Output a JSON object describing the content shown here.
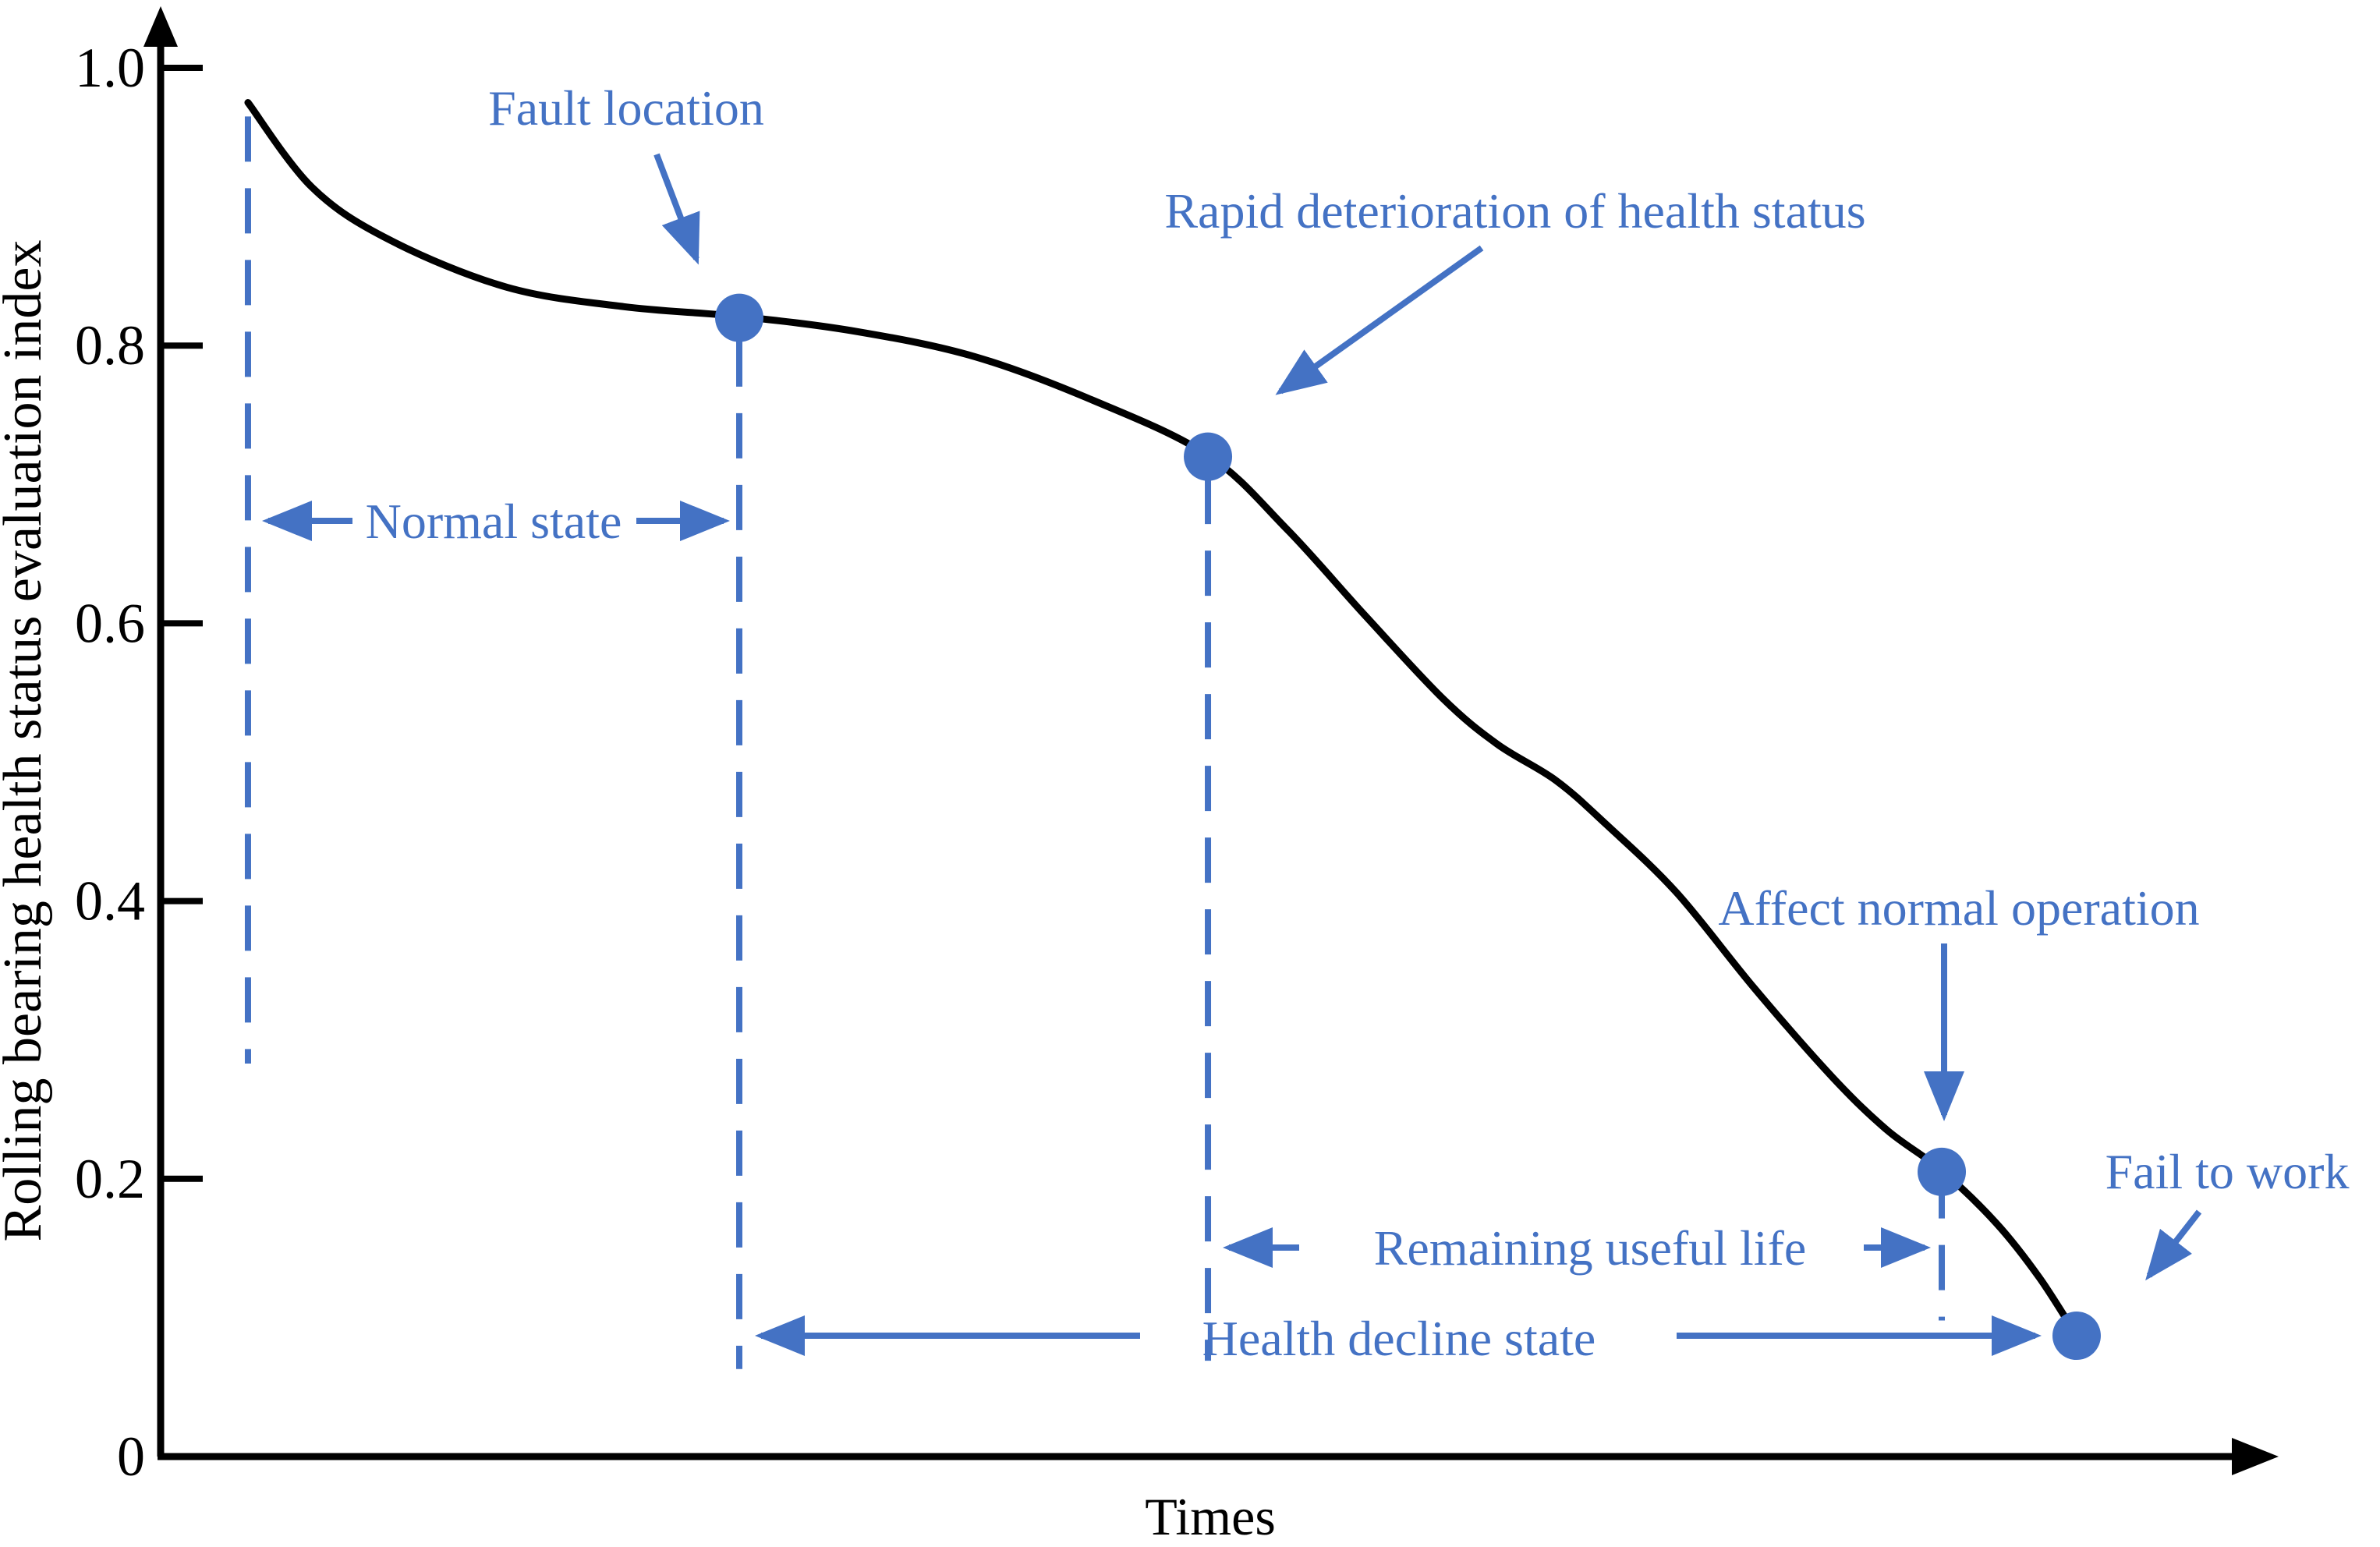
{
  "figure": {
    "background": "#ffffff",
    "accent_color": "#4472C4",
    "curve_color": "#000000"
  },
  "axes": {
    "x_label": "Times",
    "y_label": "Rolling bearing health status evaluation index",
    "y_ticks": [
      {
        "label": "1.0",
        "value": 1.0
      },
      {
        "label": "0.8",
        "value": 0.8
      },
      {
        "label": "0.6",
        "value": 0.6
      },
      {
        "label": "0.4",
        "value": 0.4
      },
      {
        "label": "0.2",
        "value": 0.2
      },
      {
        "label": "0",
        "value": 0.0
      }
    ]
  },
  "annotations": {
    "fault_location": "Fault location",
    "rapid_deterioration": "Rapid deterioration of health status",
    "normal_state": "Normal state",
    "affect_normal_operation": "Affect normal operation",
    "remaining_useful_life": "Remaining useful life",
    "health_decline_state": "Health decline state",
    "fail_to_work": "Fail to work"
  },
  "chart_data": {
    "type": "line",
    "title": "",
    "xlabel": "Times",
    "ylabel": "Rolling bearing health status evaluation index",
    "ylim": [
      0,
      1.0
    ],
    "xlim": [
      0,
      1.0
    ],
    "grid": false,
    "legend": "none",
    "x_axis_has_numeric_ticks": false,
    "curve": [
      [
        0.0413,
        0.975
      ],
      [
        0.0716,
        0.914
      ],
      [
        0.1084,
        0.876
      ],
      [
        0.1638,
        0.842
      ],
      [
        0.2191,
        0.828
      ],
      [
        0.2737,
        0.821
      ],
      [
        0.3298,
        0.81
      ],
      [
        0.3851,
        0.792
      ],
      [
        0.4404,
        0.761
      ],
      [
        0.4954,
        0.721
      ],
      [
        0.5326,
        0.668
      ],
      [
        0.5695,
        0.606
      ],
      [
        0.6064,
        0.546
      ],
      [
        0.6322,
        0.513
      ],
      [
        0.6599,
        0.487
      ],
      [
        0.6839,
        0.455
      ],
      [
        0.7171,
        0.406
      ],
      [
        0.754,
        0.337
      ],
      [
        0.7909,
        0.273
      ],
      [
        0.8167,
        0.235
      ],
      [
        0.8425,
        0.206
      ],
      [
        0.8683,
        0.168
      ],
      [
        0.8886,
        0.129
      ],
      [
        0.9063,
        0.087
      ]
    ],
    "key_points": [
      {
        "name": "fault-location",
        "x": 0.2737,
        "value": 0.82
      },
      {
        "name": "rapid-deterioration-of-health-status",
        "x": 0.4954,
        "value": 0.72
      },
      {
        "name": "affect-normal-operation",
        "x": 0.8425,
        "value": 0.205
      },
      {
        "name": "fail-to-work",
        "x": 0.9063,
        "value": 0.087
      }
    ],
    "dashed_guides": [
      {
        "name": "start-of-life-guide",
        "x": 0.0413,
        "v_top": 0.965,
        "v_bottom": 0.283
      },
      {
        "name": "fault-location-guide",
        "x": 0.2737,
        "v_top": 0.803,
        "v_bottom": 0.063
      },
      {
        "name": "rapid-deterioration-guide",
        "x": 0.4954,
        "v_top": 0.704,
        "v_bottom": 0.069
      },
      {
        "name": "affect-normal-operation-guide",
        "x": 0.8425,
        "v_top": 0.204,
        "v_bottom": 0.098
      }
    ],
    "regions": [
      {
        "label": "Normal state",
        "from_guide": 0,
        "to_guide": 1
      },
      {
        "label": "Health decline state",
        "from_guide": 1,
        "to_point": "fail-to-work"
      },
      {
        "label": "Remaining useful life",
        "from_guide": 2,
        "to_guide": 3
      }
    ]
  }
}
